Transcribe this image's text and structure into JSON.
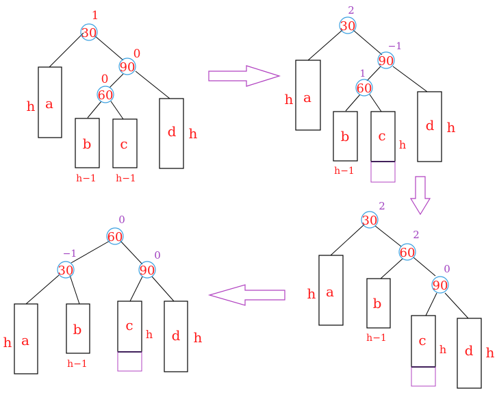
{
  "diagrams": [
    {
      "root": {
        "key": "30",
        "bf": "1"
      },
      "right": {
        "key": "90",
        "bf": "0"
      },
      "mid": {
        "key": "60",
        "bf": "0"
      },
      "a": {
        "label": "a",
        "height": "h"
      },
      "b": {
        "label": "b",
        "height": "h−1"
      },
      "c": {
        "label": "c",
        "height": "h−1"
      },
      "d": {
        "label": "d",
        "height": "h"
      }
    },
    {
      "root": {
        "key": "30",
        "bf": "2"
      },
      "right": {
        "key": "90",
        "bf": "−1"
      },
      "mid": {
        "key": "60",
        "bf": "1"
      },
      "a": {
        "label": "a",
        "height": "h"
      },
      "b": {
        "label": "b",
        "height": "h−1"
      },
      "c": {
        "label": "c",
        "height": "h"
      },
      "d": {
        "label": "d",
        "height": "h"
      }
    },
    {
      "root": {
        "key": "30",
        "bf": "2"
      },
      "mid": {
        "key": "60",
        "bf": "2"
      },
      "right": {
        "key": "90",
        "bf": "0"
      },
      "a": {
        "label": "a",
        "height": "h"
      },
      "b": {
        "label": "b",
        "height": "h−1"
      },
      "c": {
        "label": "c",
        "height": "h"
      },
      "d": {
        "label": "d",
        "height": "h"
      }
    },
    {
      "root": {
        "key": "60",
        "bf": "0"
      },
      "left": {
        "key": "30",
        "bf": "−1"
      },
      "right": {
        "key": "90",
        "bf": "0"
      },
      "a": {
        "label": "a",
        "height": "h"
      },
      "b": {
        "label": "b",
        "height": "h−1"
      },
      "c": {
        "label": "c",
        "height": "h"
      },
      "d": {
        "label": "d",
        "height": "h"
      }
    }
  ],
  "colors": {
    "text": "#ff1a1a",
    "bf_changed": "#a040c0",
    "node_ring": "#3aa0e0",
    "arrow": "#b040c0"
  }
}
